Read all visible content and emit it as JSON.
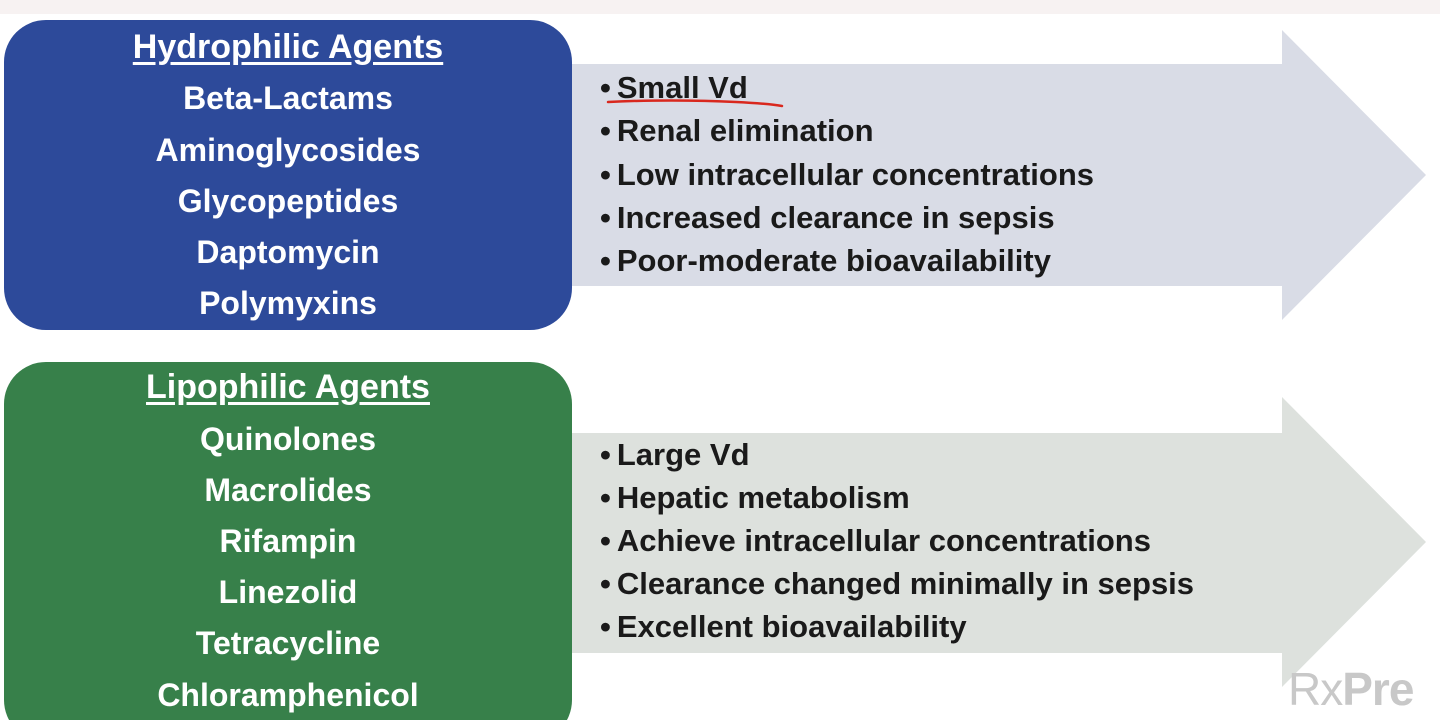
{
  "hydrophilic": {
    "title": "Hydrophilic Agents",
    "agents": [
      "Beta-Lactams",
      "Aminoglycosides",
      "Glycopeptides",
      "Daptomycin",
      "Polymyxins"
    ],
    "properties": [
      "Small Vd",
      "Renal elimination",
      "Low intracellular concentrations",
      "Increased clearance in sepsis",
      "Poor-moderate bioavailability"
    ],
    "box_color": "#2d4a9a",
    "arrow_color": "#d9dce6"
  },
  "lipophilic": {
    "title": "Lipophilic Agents",
    "agents": [
      "Quinolones",
      "Macrolides",
      "Rifampin",
      "Linezolid",
      "Tetracycline",
      "Chloramphenicol"
    ],
    "properties": [
      "Large Vd",
      "Hepatic metabolism",
      "Achieve intracellular concentrations",
      "Clearance changed minimally in sepsis",
      "Excellent bioavailability"
    ],
    "box_color": "#37804a",
    "arrow_color": "#dde1dd"
  },
  "annotation_color": "#d9281e",
  "watermark": {
    "part1": "Rx",
    "part2": "Pre"
  },
  "bullet": "•"
}
